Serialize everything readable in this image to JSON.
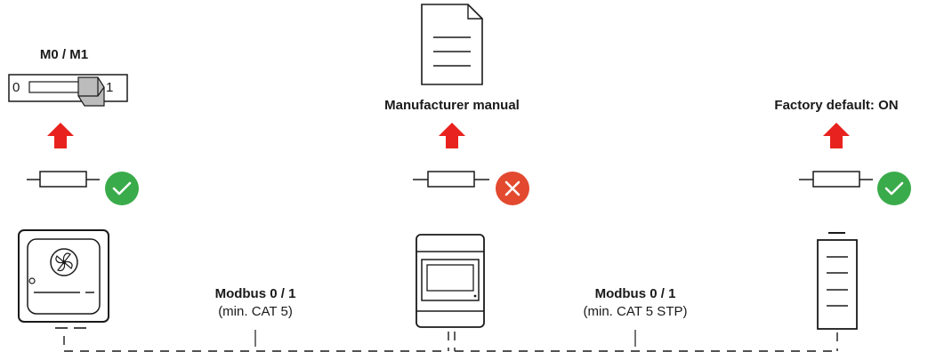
{
  "switch": {
    "title": "M0 / M1",
    "left_label": "0",
    "right_label": "1"
  },
  "manual": {
    "label": "Manufacturer manual"
  },
  "factory": {
    "label": "Factory default: ON"
  },
  "link_left": {
    "title": "Modbus 0 / 1",
    "subtitle": "(min. CAT 5)"
  },
  "link_right": {
    "title": "Modbus 0 / 1",
    "subtitle": "(min. CAT 5 STP)"
  },
  "status": {
    "ok_icon": "checkmark-icon",
    "fail_icon": "cross-icon",
    "ok_color": "#3aab4a",
    "fail_color": "#e2492f",
    "arrow_color": "#e8221e"
  }
}
